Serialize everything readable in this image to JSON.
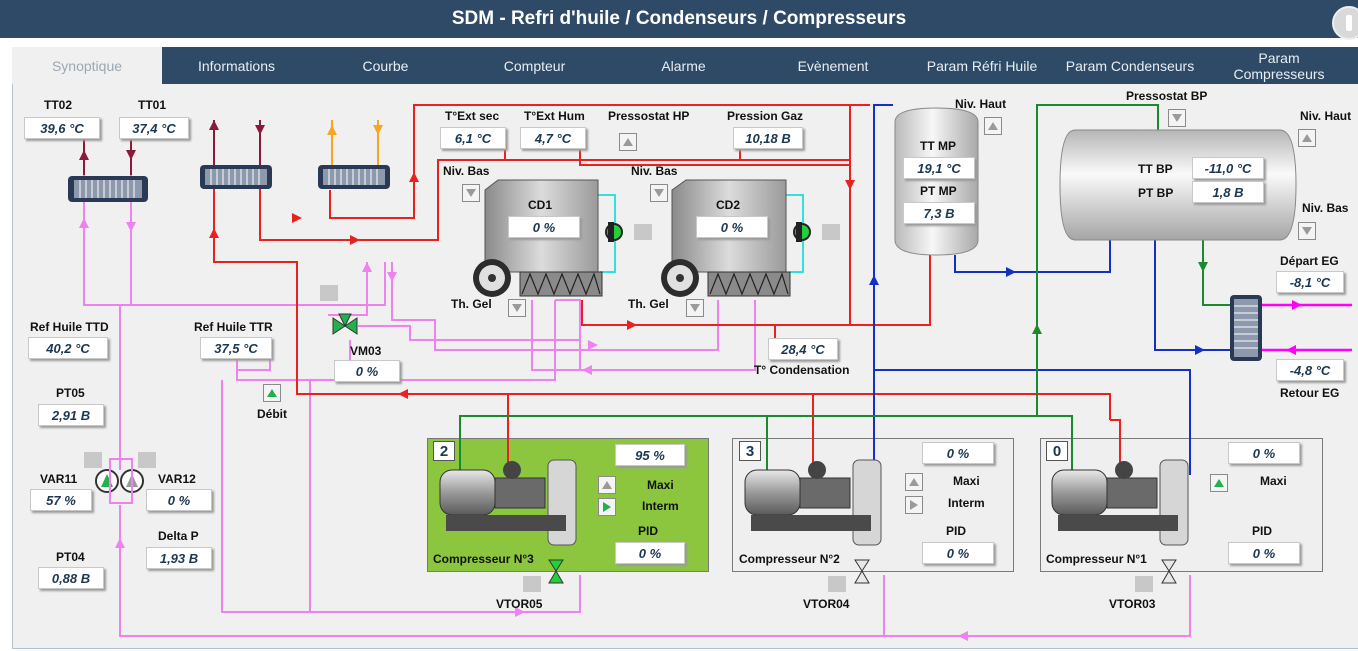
{
  "window": {
    "title": "SDM - Refri d'huile / Condenseurs / Compresseurs"
  },
  "tabs": [
    {
      "label": "Synoptique"
    },
    {
      "label": "Informations"
    },
    {
      "label": "Courbe"
    },
    {
      "label": "Compteur"
    },
    {
      "label": "Alarme"
    },
    {
      "label": "Evènement"
    },
    {
      "label": "Param Réfri Huile"
    },
    {
      "label": "Param Condenseurs"
    },
    {
      "label": "Param Compresseurs"
    }
  ],
  "oil": {
    "tt02": {
      "label": "TT02",
      "value": "39,6 °C"
    },
    "tt01": {
      "label": "TT01",
      "value": "37,4 °C"
    },
    "ref_ttd": {
      "label": "Ref Huile TTD",
      "value": "40,2 °C"
    },
    "ref_ttr": {
      "label": "Ref Huile TTR",
      "value": "37,5 °C"
    },
    "pt05": {
      "label": "PT05",
      "value": "2,91 B"
    },
    "pt04": {
      "label": "PT04",
      "value": "0,88 B"
    },
    "var11": {
      "label": "VAR11",
      "value": "57 %"
    },
    "var12": {
      "label": "VAR12",
      "value": "0 %"
    },
    "delta_p": {
      "label": "Delta P",
      "value": "1,93 B"
    },
    "vm03": {
      "label": "VM03",
      "value": "0 %"
    },
    "debit": {
      "label": "Débit"
    }
  },
  "condenser": {
    "t_ext_sec": {
      "label": "T°Ext sec",
      "value": "6,1 °C"
    },
    "t_ext_hum": {
      "label": "T°Ext Hum",
      "value": "4,7 °C"
    },
    "pressostat_hp": {
      "label": "Pressostat HP"
    },
    "pression_gaz": {
      "label": "Pression Gaz",
      "value": "10,18 B"
    },
    "niv_bas_1": {
      "label": "Niv. Bas"
    },
    "niv_bas_2": {
      "label": "Niv. Bas"
    },
    "cd1": {
      "label": "CD1",
      "value": "0 %"
    },
    "cd2": {
      "label": "CD2",
      "value": "0 %"
    },
    "th_gel_1": {
      "label": "Th. Gel"
    },
    "th_gel_2": {
      "label": "Th. Gel"
    },
    "t_condensation": {
      "label": "T° Condensation",
      "value": "28,4 °C"
    }
  },
  "mp_tank": {
    "niv_haut": {
      "label": "Niv. Haut"
    },
    "tt_mp": {
      "label": "TT MP",
      "value": "19,1 °C"
    },
    "pt_mp": {
      "label": "PT MP",
      "value": "7,3 B"
    }
  },
  "bp_tank": {
    "pressostat_bp": {
      "label": "Pressostat BP"
    },
    "niv_haut": {
      "label": "Niv. Haut"
    },
    "niv_bas": {
      "label": "Niv. Bas"
    },
    "tt_bp": {
      "label": "TT BP",
      "value": "-11,0 °C"
    },
    "pt_bp": {
      "label": "PT BP",
      "value": "1,8 B"
    },
    "depart_eg": {
      "label": "Départ EG",
      "value": "-8,1 °C"
    },
    "retour_eg": {
      "label": "Retour EG",
      "value": "-4,8 °C"
    }
  },
  "compressors": [
    {
      "number": "2",
      "name": "Compresseur N°3",
      "top_value": "95 %",
      "maxi": "Maxi",
      "interm": "Interm",
      "pid_label": "PID",
      "pid_value": "0 %",
      "vtor": "VTOR05",
      "bg": "#8cc63f"
    },
    {
      "number": "3",
      "name": "Compresseur N°2",
      "top_value": "0 %",
      "maxi": "Maxi",
      "interm": "Interm",
      "pid_label": "PID",
      "pid_value": "0 %",
      "vtor": "VTOR04",
      "bg": "#efefef"
    },
    {
      "number": "0",
      "name": "Compresseur N°1",
      "top_value": "0 %",
      "maxi": "Maxi",
      "pid_label": "PID",
      "pid_value": "0 %",
      "vtor": "VTOR03",
      "bg": "#efefef"
    }
  ],
  "colors": {
    "titlebar": "#2e4a66",
    "hot_oil": "#8b1a3a",
    "pink_line": "#ee82ee",
    "red_line": "#e8231f",
    "blue_line": "#1530c8",
    "green_line": "#1b8a2e",
    "magenta_line": "#ff00ff",
    "cyan_line": "#33e0e0",
    "active_comp": "#8cc63f"
  }
}
